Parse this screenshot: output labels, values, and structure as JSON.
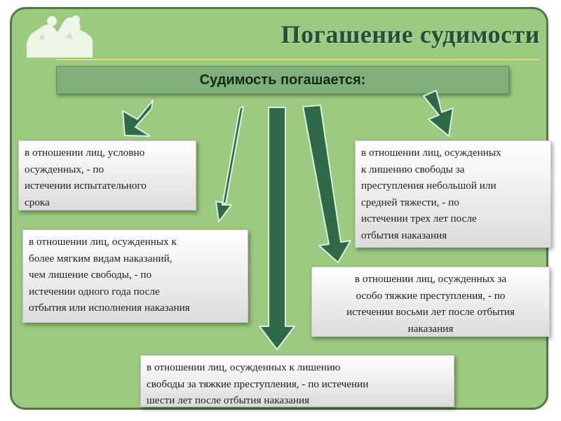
{
  "slide": {
    "title": "Погашение судимости",
    "banner": "Судимость погашается:",
    "boxes": [
      {
        "id": "conditional",
        "text": "в отношении лиц, условно\nосужденных, - по\nистечении испытательного\nсрока"
      },
      {
        "id": "milder",
        "text": "в отношении лиц, осужденных к\nболее мягким видам наказаний,\nчем лишение свободы, - по\nистечении одного года после\nотбытия или исполнения наказания"
      },
      {
        "id": "small-medium",
        "text": "в отношении лиц, осужденных\nк лишению свободы за\nпреступления небольшой или\nсредней тяжести, - по\nистечении трех лет после\nотбытия наказания"
      },
      {
        "id": "especially-grave",
        "text": "в отношении лиц, осужденных за\nособо тяжкие преступления, - по\nистечении восьми лет после отбытия\nнаказания"
      },
      {
        "id": "grave",
        "text": "в отношении лиц, осужденных к лишению\nсвободы за тяжкие преступления, - по истечении\nшести лет после отбытия наказания"
      }
    ]
  },
  "colors": {
    "background": "#9cca80",
    "frame": "#4f7a43",
    "title": "#2a4d3a",
    "banner": "#7fb07a",
    "arrow_fill": "#2e6a48",
    "arrow_stroke": "#dfeee0"
  },
  "icons": {
    "logo": "justice-figures-logo-icon"
  }
}
